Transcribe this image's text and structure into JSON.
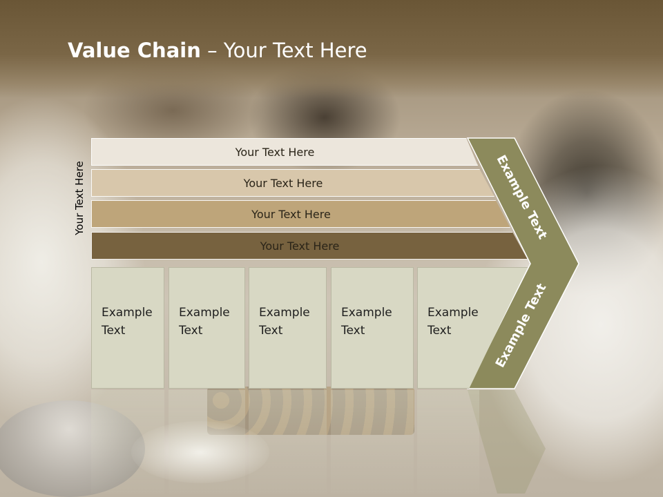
{
  "slide": {
    "title_bold": "Value Chain",
    "title_rest": " – Your Text Here",
    "side_label": "Your Text Here",
    "bars": [
      {
        "label": "Your Text Here",
        "color": "#ece6dc"
      },
      {
        "label": "Your Text Here",
        "color": "#d8c7ab"
      },
      {
        "label": "Your Text Here",
        "color": "#bea57a"
      },
      {
        "label": "Your Text Here",
        "color": "#77623f"
      }
    ],
    "boxes": [
      {
        "label": "Example\nText"
      },
      {
        "label": "Example\nText"
      },
      {
        "label": "Example\nText"
      },
      {
        "label": "Example\nText"
      },
      {
        "label": "Example\nText"
      }
    ],
    "chevron_top": "Example Text",
    "chevron_bottom": "Example Text",
    "accent_color": "#8c8a5c"
  }
}
